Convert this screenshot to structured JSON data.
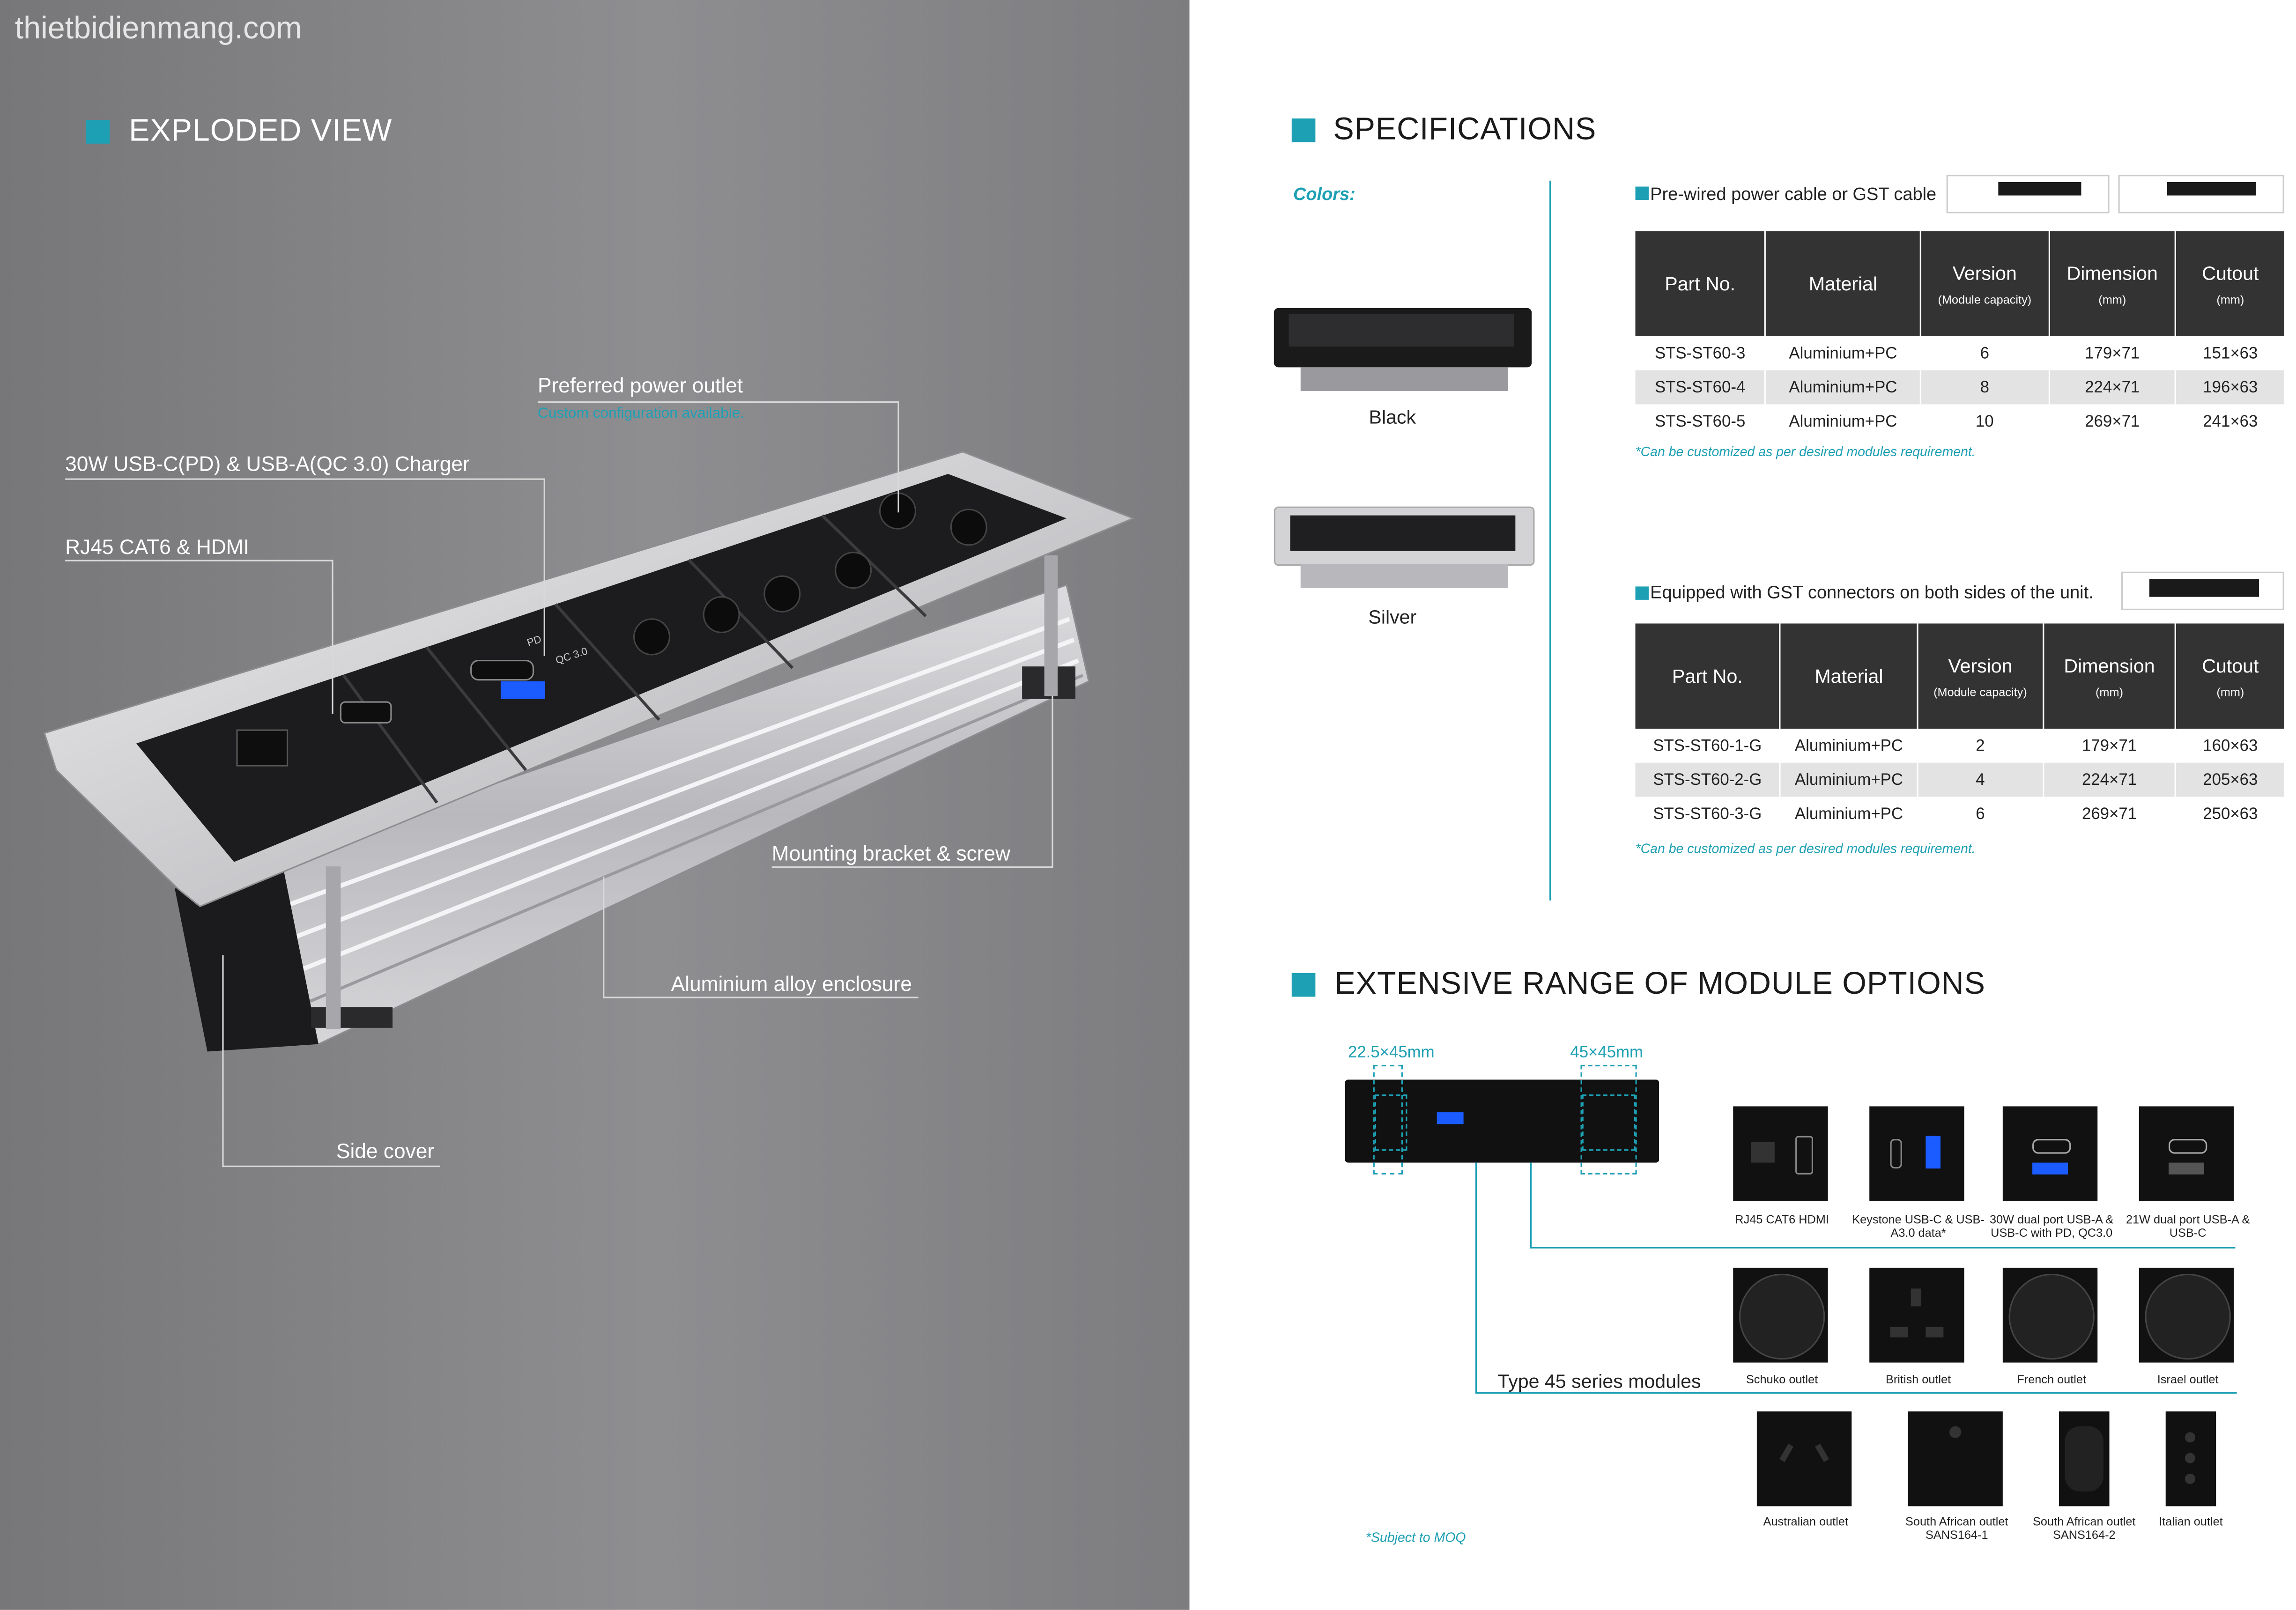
{
  "watermark": "thietbidienmang.com",
  "exploded": {
    "heading": "EXPLODED VIEW",
    "callouts": {
      "power_outlet": "Preferred power outlet",
      "power_outlet_sub": "Custom configuration available.",
      "charger": "30W USB-C(PD) & USB-A(QC 3.0) Charger",
      "rj45": "RJ45 CAT6 & HDMI",
      "bracket": "Mounting bracket & screw",
      "enclosure": "Aluminium alloy enclosure",
      "side_cover": "Side cover"
    },
    "product_marks": {
      "pd": "PD",
      "qc": "QC 3.0"
    }
  },
  "specs": {
    "heading": "SPECIFICATIONS",
    "colors_label": "Colors:",
    "colors": [
      {
        "name": "Black",
        "hex": "#1a1a1a"
      },
      {
        "name": "Silver",
        "hex": "#c8c8cc"
      }
    ],
    "accent": "#1ea0b4",
    "table1": {
      "caption": "Pre-wired power cable or GST cable",
      "headers": [
        {
          "label": "Part No.",
          "sub": ""
        },
        {
          "label": "Material",
          "sub": ""
        },
        {
          "label": "Version",
          "sub": "(Module capacity)"
        },
        {
          "label": "Dimension",
          "sub": "(mm)"
        },
        {
          "label": "Cutout",
          "sub": "(mm)"
        }
      ],
      "rows": [
        [
          "STS-ST60-3",
          "Aluminium+PC",
          "6",
          "179×71",
          "151×63"
        ],
        [
          "STS-ST60-4",
          "Aluminium+PC",
          "8",
          "224×71",
          "196×63"
        ],
        [
          "STS-ST60-5",
          "Aluminium+PC",
          "10",
          "269×71",
          "241×63"
        ]
      ],
      "note": "*Can be customized as per desired modules requirement."
    },
    "table2": {
      "caption": "Equipped with GST connectors on both sides of the unit.",
      "headers": [
        {
          "label": "Part No.",
          "sub": ""
        },
        {
          "label": "Material",
          "sub": ""
        },
        {
          "label": "Version",
          "sub": "(Module capacity)"
        },
        {
          "label": "Dimension",
          "sub": "(mm)"
        },
        {
          "label": "Cutout",
          "sub": "(mm)"
        }
      ],
      "rows": [
        [
          "STS-ST60-1-G",
          "Aluminium+PC",
          "2",
          "179×71",
          "160×63"
        ],
        [
          "STS-ST60-2-G",
          "Aluminium+PC",
          "4",
          "224×71",
          "205×63"
        ],
        [
          "STS-ST60-3-G",
          "Aluminium+PC",
          "6",
          "269×71",
          "250×63"
        ]
      ],
      "note": "*Can be customized as per desired modules requirement."
    }
  },
  "modules": {
    "heading": "EXTENSIVE RANGE OF MODULE OPTIONS",
    "dim_small": "22.5×45mm",
    "dim_large": "45×45mm",
    "type45": "Type 45 series modules",
    "moq": "*Subject to MOQ",
    "row1": [
      {
        "caption": "RJ45 CAT6 HDMI"
      },
      {
        "caption": "Keystone USB-C & USB-A3.0 data*"
      },
      {
        "caption": "30W dual port USB-A & USB-C with PD, QC3.0"
      },
      {
        "caption": "21W dual port USB-A & USB-C"
      }
    ],
    "row2": [
      {
        "caption": "Schuko outlet"
      },
      {
        "caption": "British  outlet"
      },
      {
        "caption": "French outlet"
      },
      {
        "caption": "Israel  outlet"
      }
    ],
    "row3": [
      {
        "caption": "Australian outlet"
      },
      {
        "caption": "South African outlet SANS164-1"
      },
      {
        "caption": "South African outlet SANS164-2"
      },
      {
        "caption": "Italian outlet"
      }
    ]
  }
}
